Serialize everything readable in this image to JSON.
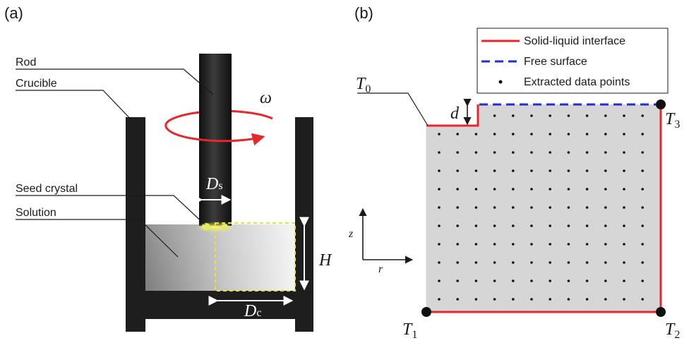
{
  "panel_a": {
    "label": "(a)",
    "rod_label": "Rod",
    "crucible_label": "Crucible",
    "seed_label": "Seed crystal",
    "solution_label": "Solution",
    "omega_symbol": "ω",
    "ds_main": "D",
    "ds_sub": "s",
    "dc_main": "D",
    "dc_sub": "c",
    "h_label": "H"
  },
  "panel_b": {
    "label": "(b)",
    "legend": {
      "interface": "Solid-liquid interface",
      "free_surface": "Free surface",
      "points": "Extracted data points"
    },
    "t0_main": "T",
    "t0_sub": "0",
    "t1_main": "T",
    "t1_sub": "1",
    "t2_main": "T",
    "t2_sub": "2",
    "t3_main": "T",
    "t3_sub": "3",
    "d_label": "d",
    "z_label": "z",
    "r_label": "r"
  },
  "colors": {
    "interface": "#e8262b",
    "free_surface": "#1f2fd1",
    "domain": "#d6d6d6",
    "crucible": "#1e1e1e",
    "seed_outline": "#e6e62e"
  }
}
